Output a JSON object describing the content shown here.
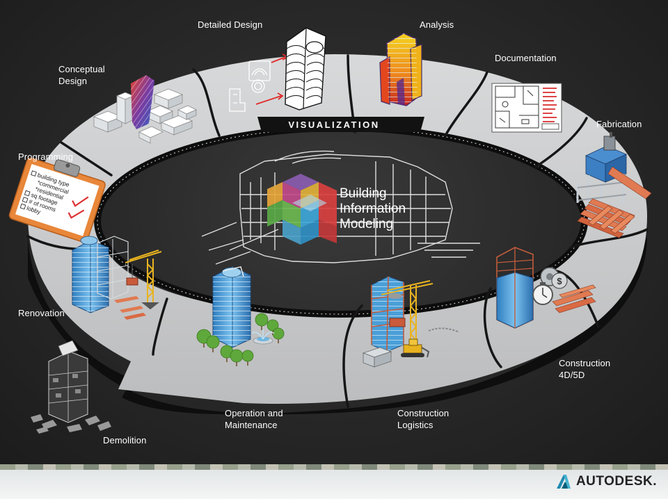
{
  "ring_banner": "VISUALIZATION",
  "center_title": "Building\nInformation\nModeling",
  "clipboard": {
    "lines": [
      "building type",
      "*commercial",
      "*residential",
      "sq footage",
      "# of rooms",
      "lobby"
    ]
  },
  "stages": [
    {
      "id": "conceptual-design",
      "label": "Conceptual\nDesign"
    },
    {
      "id": "detailed-design",
      "label": "Detailed Design"
    },
    {
      "id": "analysis",
      "label": "Analysis"
    },
    {
      "id": "documentation",
      "label": "Documentation"
    },
    {
      "id": "fabrication",
      "label": "Fabrication"
    },
    {
      "id": "programming",
      "label": "Programming"
    },
    {
      "id": "renovation",
      "label": "Renovation"
    },
    {
      "id": "construction-4d5d",
      "label": "Construction\n4D/5D"
    },
    {
      "id": "operation-maintenance",
      "label": "Operation and\nMaintenance"
    },
    {
      "id": "construction-logistics",
      "label": "Construction\nLogistics"
    },
    {
      "id": "demolition",
      "label": "Demolition"
    }
  ],
  "brand": {
    "name": "AUTODESK."
  },
  "colors": {
    "ring": "#cfd0d1",
    "ring_dark": "#141414",
    "building_blue": "#4a9fd8",
    "heat_yellow": "#f2d21c",
    "heat_red": "#d6322a",
    "crane_yellow": "#e8b320",
    "timber": "#d9704a",
    "cube_yellow": "#e0b03a",
    "cube_red": "#d94040",
    "cube_green": "#5aa847",
    "cube_blue": "#3ea6d8",
    "cube_purple": "#8a5db0"
  },
  "icons": [
    "clipboard-icon",
    "crane-icon",
    "gear-icon",
    "dollar-icon",
    "stopwatch-icon",
    "tree-icon",
    "fountain-icon",
    "bulldozer-icon",
    "autodesk-logo-icon"
  ]
}
